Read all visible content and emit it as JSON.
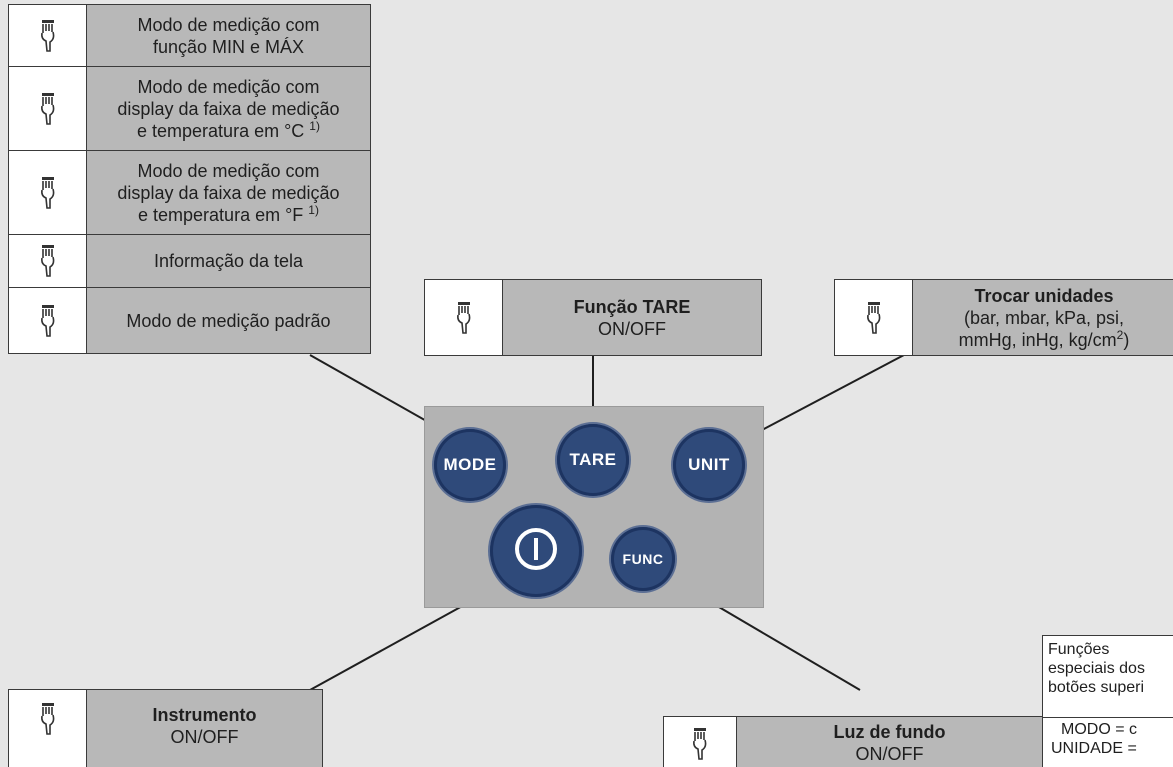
{
  "mode_box": {
    "items": [
      {
        "lines": [
          "Modo de medição com",
          "função MIN e MÁX"
        ],
        "footnote": ""
      },
      {
        "lines": [
          "Modo de medição com",
          "display da faixa de medição",
          "e temperatura em °C"
        ],
        "footnote": "1)"
      },
      {
        "lines": [
          "Modo de medição com",
          "display da faixa de medição",
          "e temperatura em °F"
        ],
        "footnote": "1)"
      },
      {
        "lines": [
          "Informação da tela"
        ],
        "footnote": ""
      },
      {
        "lines": [
          "Modo de medição padrão"
        ],
        "footnote": ""
      }
    ]
  },
  "tare_box": {
    "title": "Função TARE",
    "subtitle": "ON/OFF"
  },
  "unit_box": {
    "title": "Trocar unidades",
    "line1": "(bar, mbar, kPa, psi,",
    "line2_pre": "mmHg, inHg, kg/cm",
    "line2_sup": "2",
    "line2_post": ")"
  },
  "instrument_box": {
    "title": "Instrumento",
    "subtitle": "ON/OFF"
  },
  "backlight_box": {
    "title": "Luz de fundo",
    "subtitle": "ON/OFF"
  },
  "special_box": {
    "head": [
      "Funções",
      "especiais dos",
      "botões superi"
    ],
    "body": [
      "MODO = c",
      "UNIDADE ="
    ]
  },
  "buttons": {
    "mode": "MODE",
    "tare": "TARE",
    "unit": "UNIT",
    "power_icon": "power-icon",
    "func": "FUNC"
  },
  "icons": {
    "hand": "pointing-hand-icon"
  },
  "colors": {
    "button": "#2f4a7a",
    "panel": "#b3b3b3",
    "label_fill": "#b8b8b8",
    "background": "#e6e6e6"
  }
}
